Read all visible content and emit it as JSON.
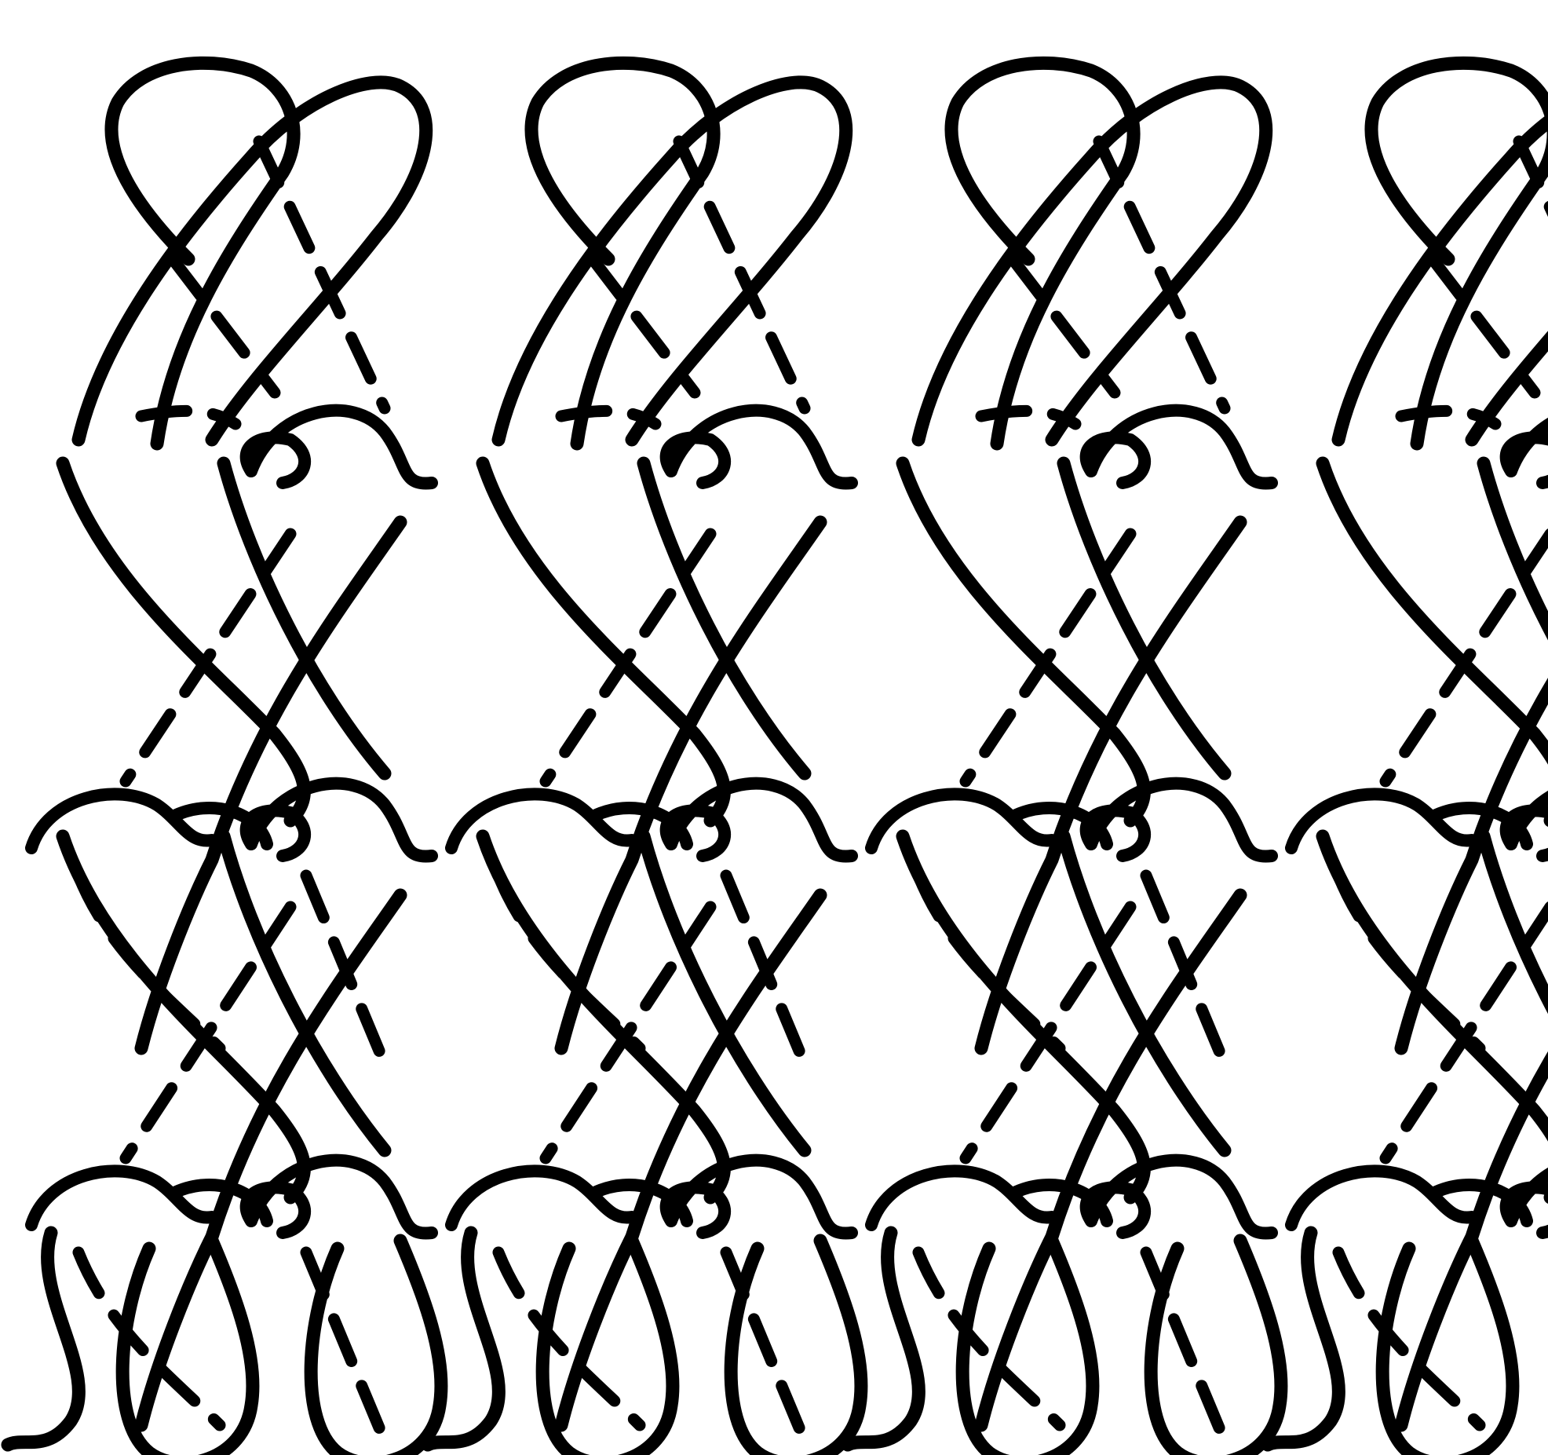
{
  "diagram": {
    "kind": "knit-structure",
    "background_color": "#ffffff",
    "ink_color": "#000000",
    "wales": 4,
    "courses": 3,
    "bottom_loops_per_wale": 2,
    "has_text": false,
    "has_labels": false,
    "rightmost_wale_cropped": true
  }
}
